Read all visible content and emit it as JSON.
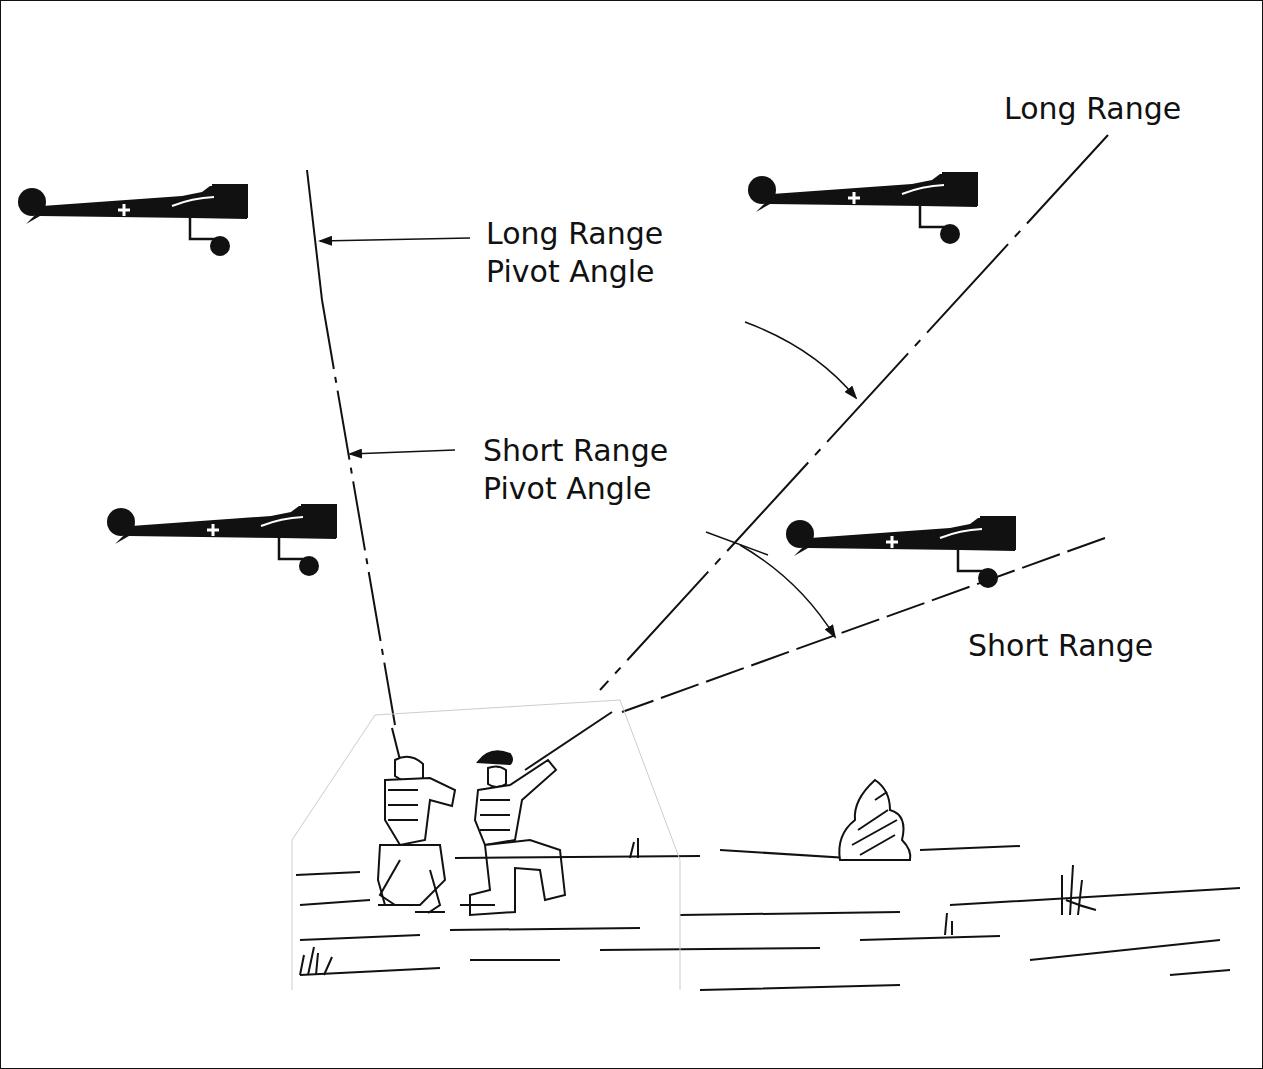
{
  "diagram": {
    "labels": [
      "Long Range",
      "Long Range Pivot Angle",
      "Short Range Pivot Angle",
      "Short Range"
    ]
  }
}
